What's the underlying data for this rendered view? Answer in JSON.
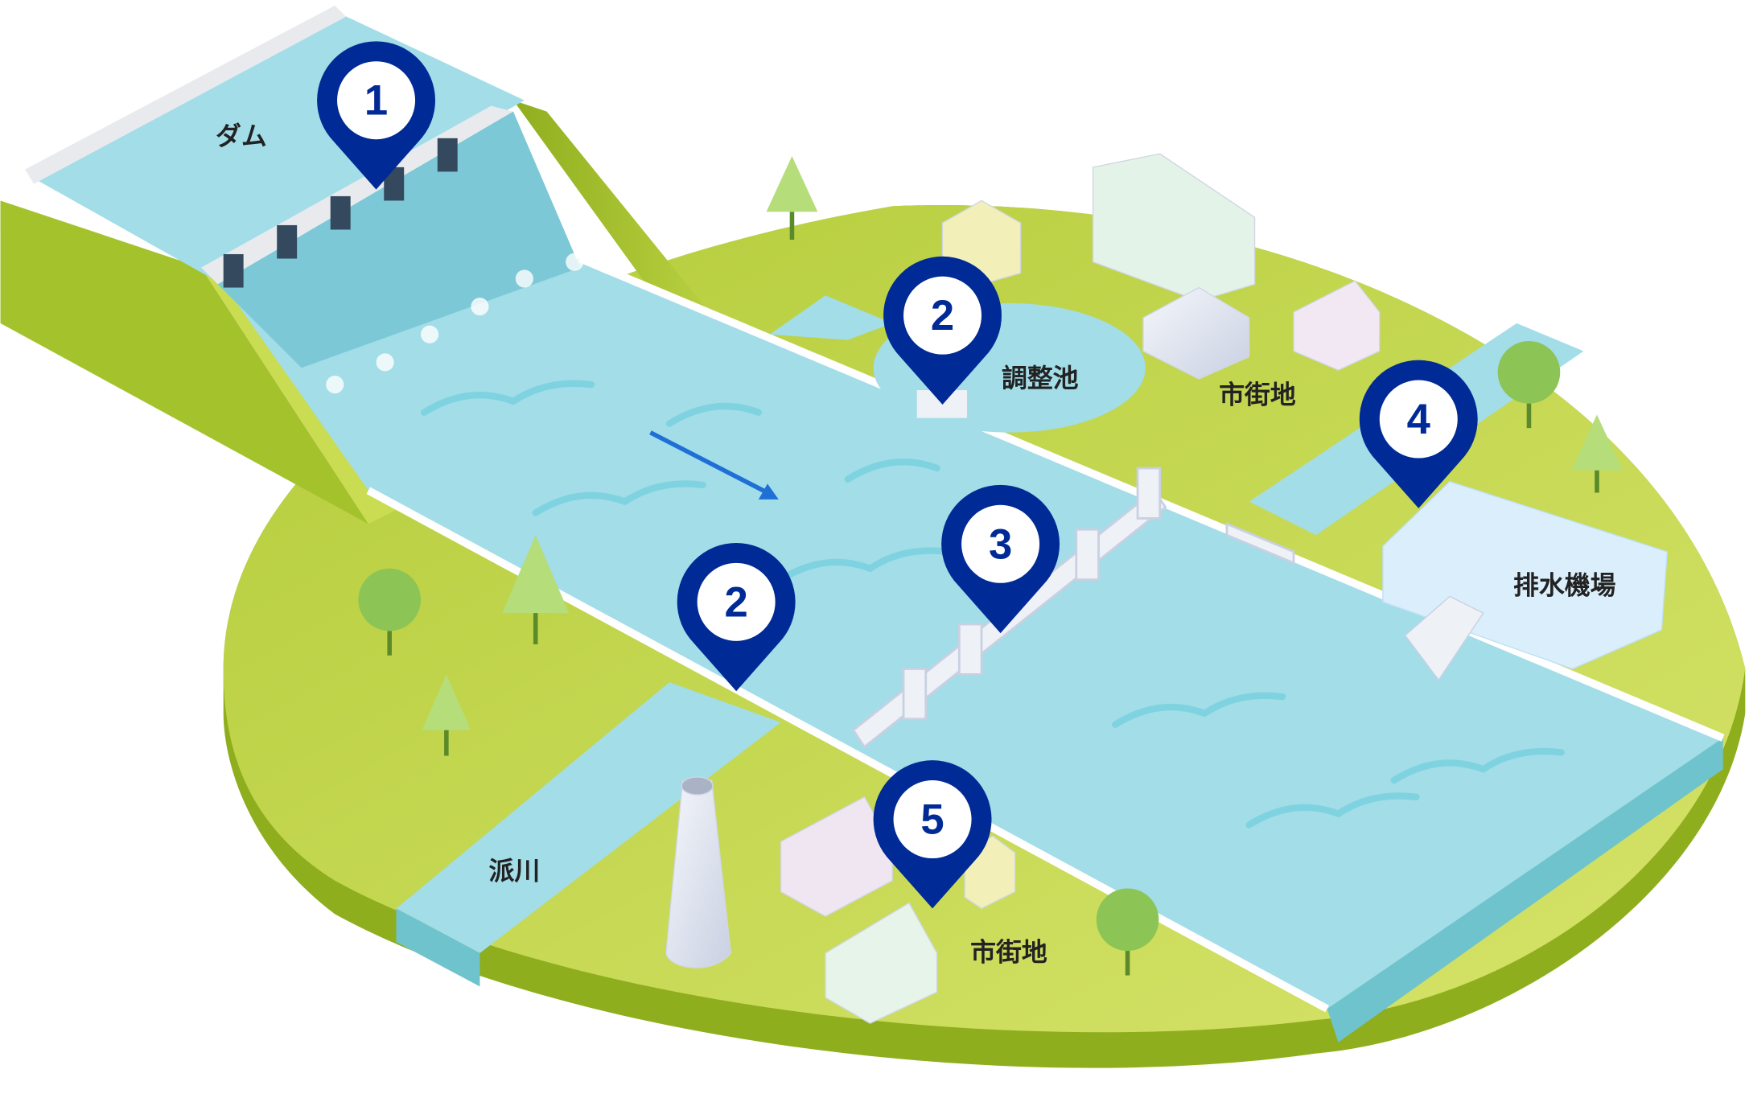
{
  "colors": {
    "pin": "#002a96",
    "water": "#a2dde8",
    "water_wave": "#7fd3e0",
    "ground_light": "#c5d84e",
    "ground_dark": "#93b020",
    "bank": "#ffffff"
  },
  "labels": {
    "dam": "ダム",
    "pond": "調整池",
    "city_north": "市街地",
    "pump_station": "排水機場",
    "branch_river": "派川",
    "city_south": "市街地"
  },
  "pins": [
    {
      "number": "1",
      "target": "ダム"
    },
    {
      "number": "2",
      "target": "調整池"
    },
    {
      "number": "3",
      "target": "堤防"
    },
    {
      "number": "2",
      "target": "派川"
    },
    {
      "number": "4",
      "target": "排水機場"
    },
    {
      "number": "5",
      "target": "市街地"
    }
  ],
  "flow_arrow": "arrow-icon"
}
